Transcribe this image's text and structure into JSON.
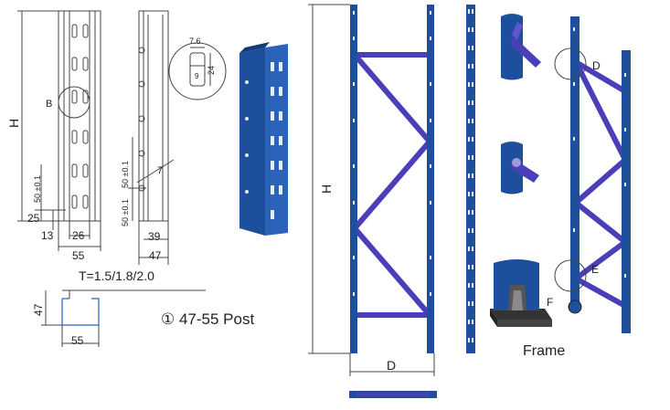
{
  "labels": {
    "post_height": "H",
    "detail_b": "B",
    "dim_50a": "50 ±0.1",
    "dim_25": "25",
    "dim_13": "13",
    "dim_26": "26",
    "dim_55": "55",
    "dim_50b": "50 ±0.1",
    "dim_50c": "50 ±0.1",
    "dim_7": "7",
    "dim_39": "39",
    "dim_47": "47",
    "hole_w": "7.6",
    "hole_9": "9",
    "hole_24": "24",
    "thickness": "T=1.5/1.8/2.0",
    "section_47": "47",
    "section_55": "55",
    "post_caption": "① 47-55 Post",
    "frame_height": "H",
    "frame_depth": "D",
    "detail_d": "D",
    "detail_e": "E",
    "detail_f": "F",
    "frame_caption": "Frame"
  },
  "colors": {
    "line": "#333333",
    "post_blue": "#1e4f9c",
    "post_blue_dark": "#143a78",
    "brace_purple": "#4a3fb8",
    "base_dark": "#333333"
  }
}
